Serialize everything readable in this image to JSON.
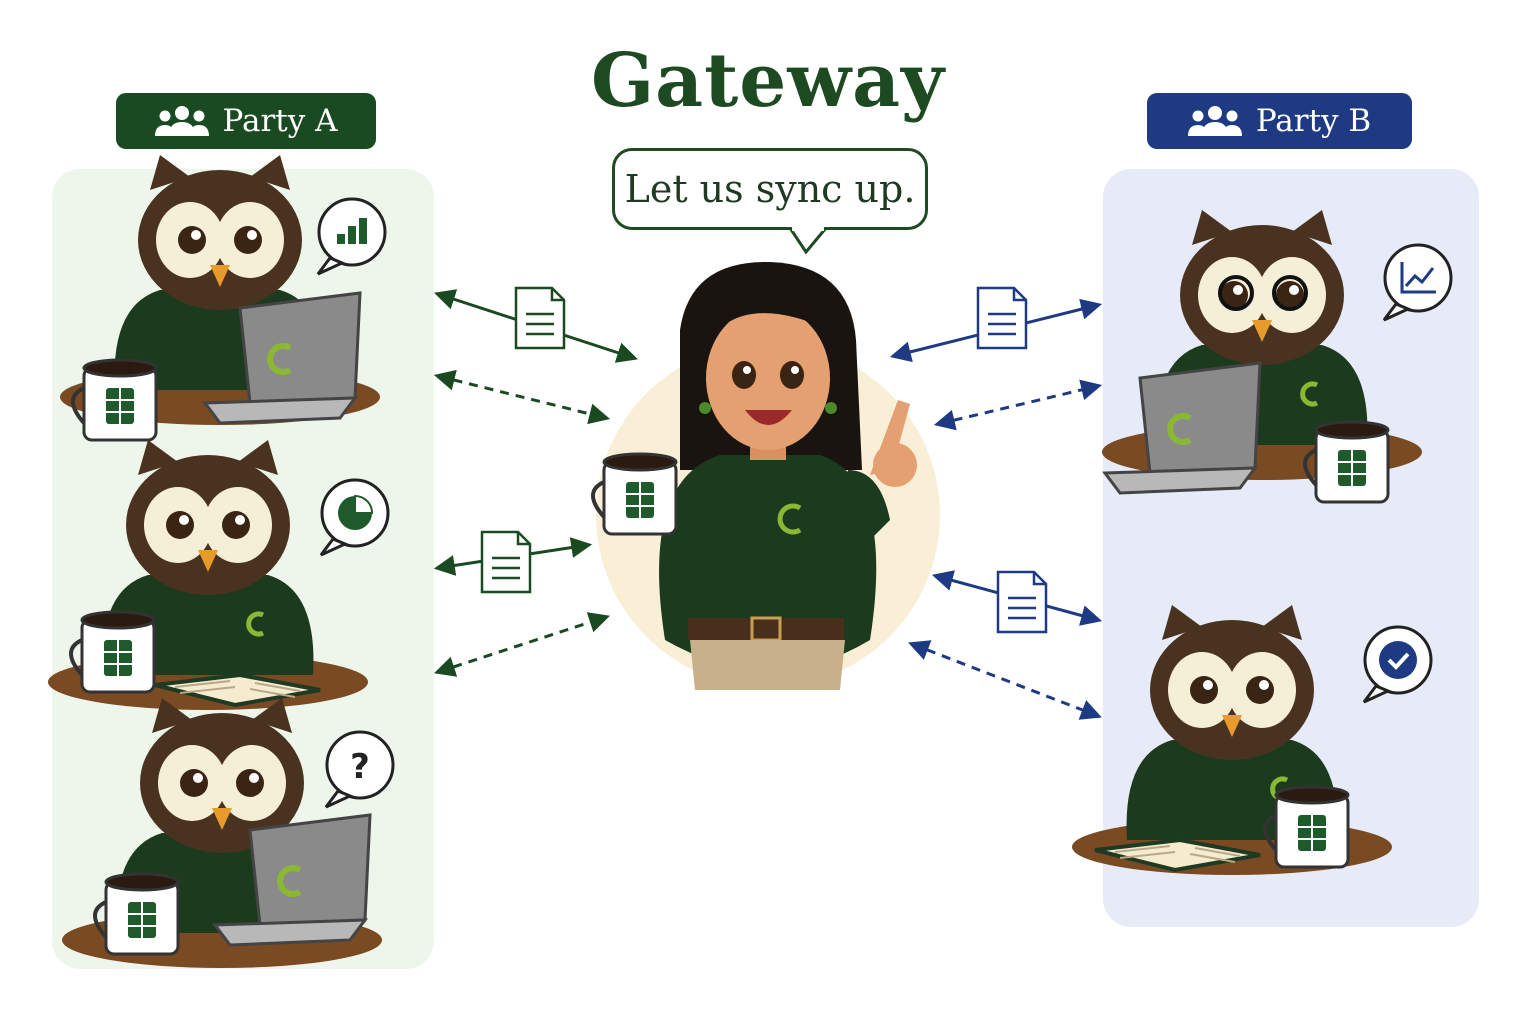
{
  "title": "Gateway",
  "speech": "Let us sync up.",
  "party_a": {
    "label": "Party A",
    "icon": "users-icon",
    "color": "#1a4a22"
  },
  "party_b": {
    "label": "Party B",
    "icon": "users-icon",
    "color": "#1e3a82"
  },
  "colors": {
    "green_dark": "#1a4a22",
    "blue_dark": "#1e3a82",
    "panel_a_bg": "#eef5ea",
    "panel_b_bg": "#e6ebf7",
    "owl_brown": "#4a3220",
    "shirt_green": "#1c3a1e",
    "table_brown": "#7a4a22"
  },
  "party_a_owls": [
    {
      "role": "analyst",
      "thought_icon": "bar-chart-icon",
      "device": "laptop"
    },
    {
      "role": "writer",
      "thought_icon": "pie-chart-icon",
      "device": "notebook"
    },
    {
      "role": "thinker",
      "thought_icon": "question-mark-icon",
      "thought_text": "?",
      "device": "laptop"
    }
  ],
  "party_b_owls": [
    {
      "role": "reviewer",
      "thought_icon": "line-chart-icon",
      "device": "laptop"
    },
    {
      "role": "approver",
      "thought_icon": "checkmark-icon",
      "device": "notebook"
    }
  ],
  "gateway_person": {
    "role": "gateway",
    "holds": "spreadsheet-mug"
  }
}
